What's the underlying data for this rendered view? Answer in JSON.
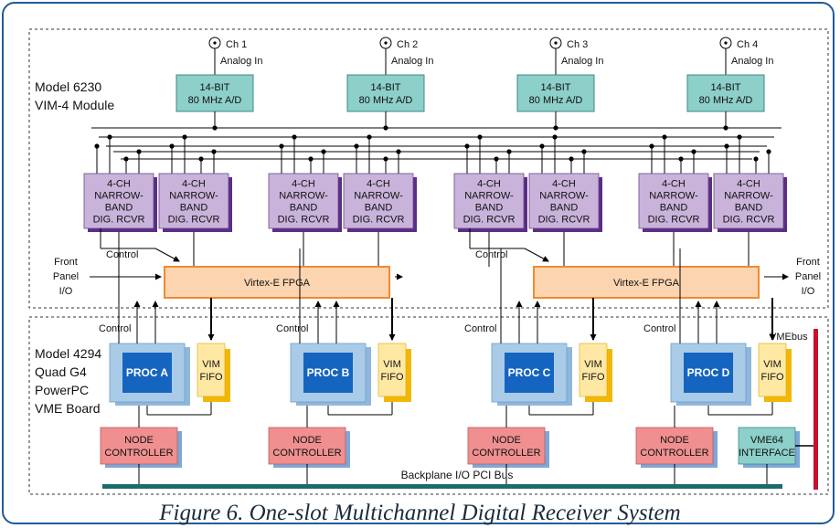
{
  "caption": "Figure 6. One-slot Multichannel Digital Receiver System",
  "modules": {
    "vim_label": [
      "Model 6230",
      "VIM-4 Module"
    ],
    "board_label": [
      "Model 4294",
      "Quad G4",
      "PowerPC",
      "VME Board"
    ]
  },
  "channels": [
    {
      "ch": "Ch 1",
      "input": "Analog In",
      "adc": [
        "14-BIT",
        "80 MHz A/D"
      ]
    },
    {
      "ch": "Ch 2",
      "input": "Analog In",
      "adc": [
        "14-BIT",
        "80 MHz A/D"
      ]
    },
    {
      "ch": "Ch 3",
      "input": "Analog In",
      "adc": [
        "14-BIT",
        "80 MHz A/D"
      ]
    },
    {
      "ch": "Ch 4",
      "input": "Analog In",
      "adc": [
        "14-BIT",
        "80 MHz A/D"
      ]
    }
  ],
  "receiver_label": [
    "4-CH",
    "NARROW-",
    "BAND",
    "DIG. RCVR"
  ],
  "fpga_label": "Virtex-E FPGA",
  "front_panel": [
    "Front",
    "Panel",
    "I/O"
  ],
  "control_label": "Control",
  "processors": [
    "PROC A",
    "PROC B",
    "PROC C",
    "PROC D"
  ],
  "fifo_label": [
    "VIM",
    "FIFO"
  ],
  "node_controller_label": [
    "NODE",
    "CONTROLLER"
  ],
  "vme64_label": [
    "VME64",
    "INTERFACE"
  ],
  "vmebus_label": "VMEbus",
  "pci_bus_label": "Backplane I/O PCI Bus",
  "colors": {
    "adc": "#8dcfc9",
    "receiver": "#c9b3da",
    "receiver_shadow": "#5b2d86",
    "fpga": "#fcd5b0",
    "proc": "#1565c0",
    "proc_outer": "#a9cbe8",
    "fifo": "#ffe8a3",
    "fifo_shadow": "#f2b705",
    "node": "#f08f8f",
    "vmebus": "#c8102e",
    "pci_bus": "#1d6b6b",
    "frame": "#1f5c99"
  }
}
